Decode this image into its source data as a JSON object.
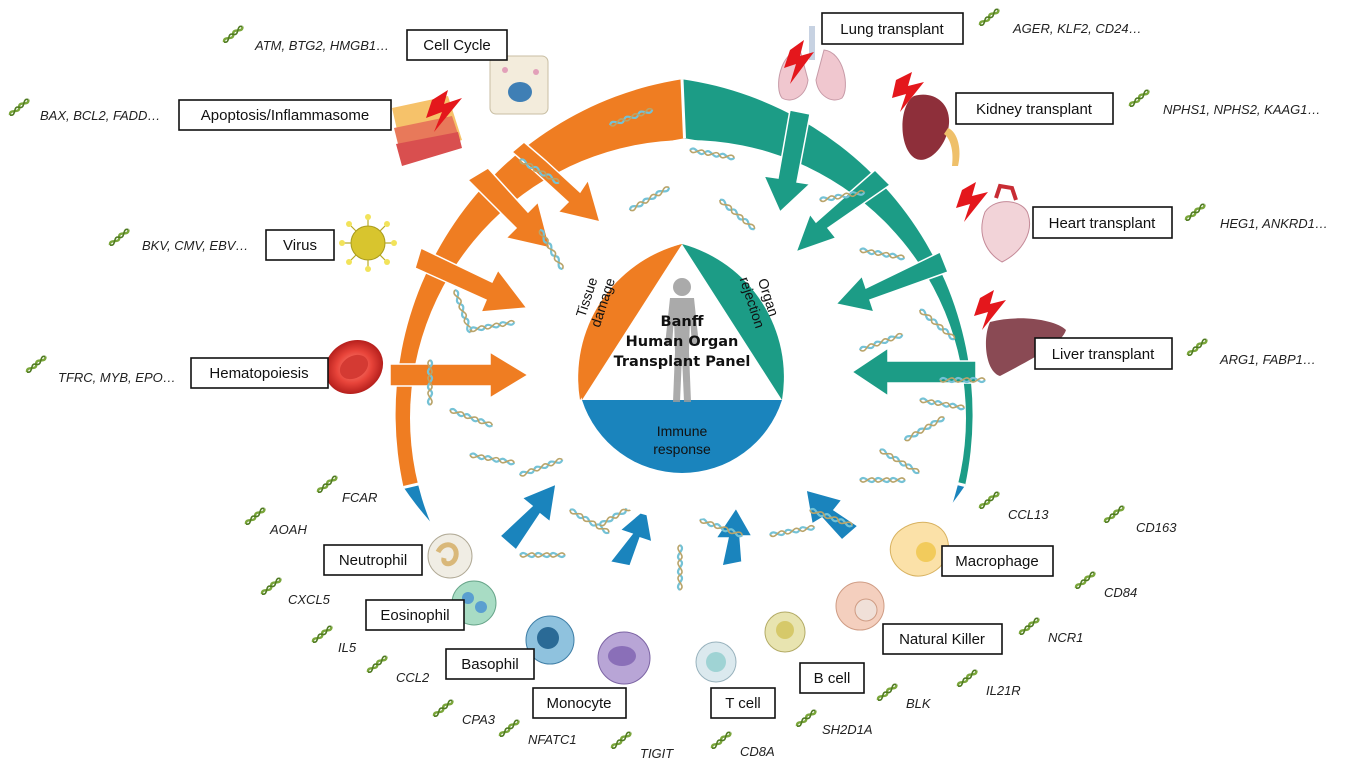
{
  "colors": {
    "orange": "#ef7d22",
    "teal": "#1c9c86",
    "blue": "#1a84bd",
    "dna_green": "#7aa63a"
  },
  "center": {
    "title_lines": [
      "Banff",
      "Human Organ",
      "Transplant Panel"
    ],
    "tissue_lines": [
      "Tissue",
      "damage"
    ],
    "organ_lines": [
      "Organ",
      "rejection"
    ],
    "immune_lines": [
      "Immune",
      "response"
    ]
  },
  "tissue_labels": [
    {
      "id": "cell-cycle",
      "label": "Cell Cycle",
      "genes": "ATM, BTG2, HMGB1…"
    },
    {
      "id": "apoptosis",
      "label": "Apoptosis/Inflammasome",
      "genes": "BAX, BCL2, FADD…"
    },
    {
      "id": "virus",
      "label": "Virus",
      "genes": "BKV, CMV, EBV…"
    },
    {
      "id": "hematopoiesis",
      "label": "Hematopoiesis",
      "genes": "TFRC, MYB, EPO…"
    }
  ],
  "organ_labels": [
    {
      "id": "lung",
      "label": "Lung transplant",
      "genes": "AGER, KLF2, CD24…"
    },
    {
      "id": "kidney",
      "label": "Kidney transplant",
      "genes": "NPHS1, NPHS2, KAAG1…"
    },
    {
      "id": "heart",
      "label": "Heart transplant",
      "genes": "HEG1, ANKRD1…"
    },
    {
      "id": "liver",
      "label": "Liver transplant",
      "genes": "ARG1, FABP1…"
    }
  ],
  "immune_labels": [
    {
      "id": "neutrophil",
      "label": "Neutrophil"
    },
    {
      "id": "eosinophil",
      "label": "Eosinophil"
    },
    {
      "id": "basophil",
      "label": "Basophil"
    },
    {
      "id": "monocyte",
      "label": "Monocyte"
    },
    {
      "id": "t-cell",
      "label": "T cell"
    },
    {
      "id": "b-cell",
      "label": "B cell"
    },
    {
      "id": "natural-killer",
      "label": "Natural Killer"
    },
    {
      "id": "macrophage",
      "label": "Macrophage"
    }
  ],
  "immune_genes": [
    "FCAR",
    "AOAH",
    "CXCL5",
    "IL5",
    "CCL2",
    "CPA3",
    "NFATC1",
    "TIGIT",
    "CD8A",
    "SH2D1A",
    "BLK",
    "IL21R",
    "NCR1",
    "CD84",
    "CD163",
    "CCL13"
  ],
  "icons": [
    "dna-icon",
    "lightning-icon",
    "lung-icon",
    "kidney-icon",
    "heart-icon",
    "liver-icon",
    "virus-icon",
    "red-blood-cell-icon",
    "tissue-icon",
    "cell-icon",
    "human-silhouette-icon"
  ]
}
